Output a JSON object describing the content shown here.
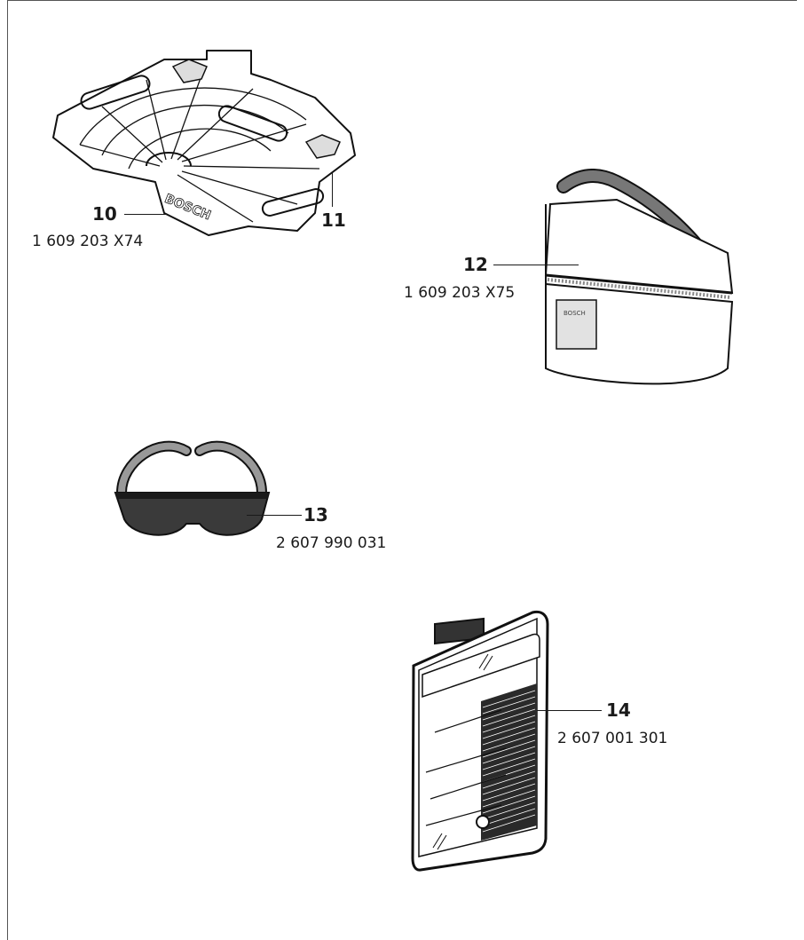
{
  "accessories": [
    {
      "ref": "10",
      "part_number": "1 609 203 X74",
      "name": "laser-target-plate",
      "brand_text": "BOSCH"
    },
    {
      "ref": "11",
      "name": "mounting-feature"
    },
    {
      "ref": "12",
      "part_number": "1 609 203 X75",
      "name": "protective-pouch",
      "brand_text": "BOSCH"
    },
    {
      "ref": "13",
      "part_number": "2 607 990 031",
      "name": "laser-viewing-glasses"
    },
    {
      "ref": "14",
      "part_number": "2 607 001 301",
      "name": "laser-target-card"
    }
  ]
}
